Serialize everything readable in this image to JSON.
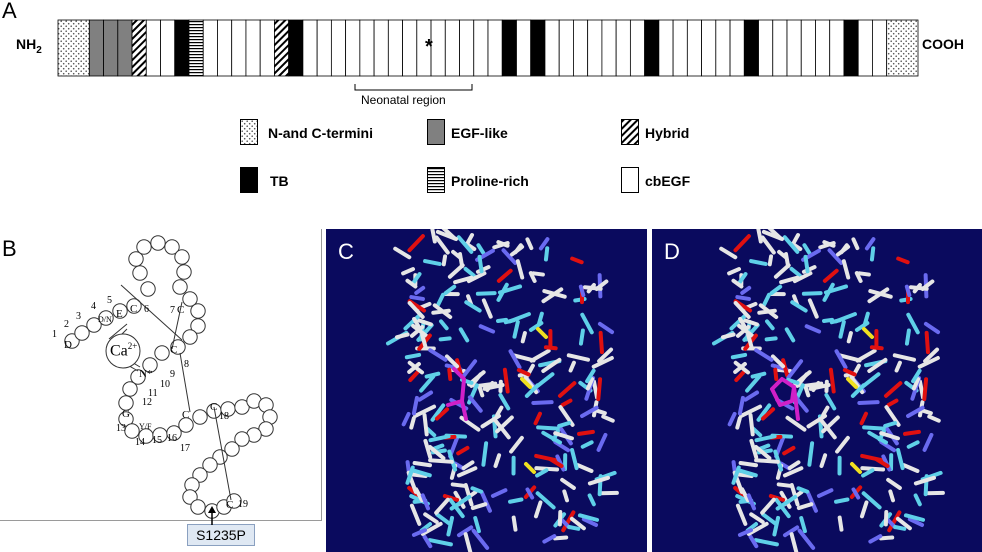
{
  "panel_a": {
    "letter": "A",
    "n_terminus": "NH",
    "n_terminus_sub": "2",
    "c_terminus": "COOH",
    "star": "*",
    "neonatal_label": "Neonatal region",
    "domain_sequence": [
      "term",
      "egf",
      "egf",
      "egf",
      "hyb",
      "cb",
      "cb",
      "tb",
      "pro",
      "cb",
      "cb",
      "cb",
      "cb",
      "cb",
      "hyb",
      "tb",
      "cb",
      "cb",
      "cb",
      "cb",
      "cb",
      "cb",
      "cb",
      "cb",
      "cb",
      "cb",
      "cb",
      "cb",
      "cb",
      "cb",
      "tb",
      "cb",
      "tb",
      "cb",
      "cb",
      "cb",
      "cb",
      "cb",
      "cb",
      "cb",
      "tb",
      "cb",
      "cb",
      "cb",
      "cb",
      "cb",
      "cb",
      "tb",
      "cb",
      "cb",
      "cb",
      "cb",
      "cb",
      "cb",
      "tb",
      "cb",
      "cb",
      "term"
    ],
    "legend": [
      {
        "key": "term",
        "label": "N-and C-termini"
      },
      {
        "key": "egf",
        "label": "EGF-like"
      },
      {
        "key": "hyb",
        "label": "Hybrid"
      },
      {
        "key": "tb",
        "label": "TB"
      },
      {
        "key": "pro",
        "label": "Proline-rich"
      },
      {
        "key": "cb",
        "label": "cbEGF"
      }
    ]
  },
  "panel_b": {
    "letter": "B",
    "ca_label": "Ca",
    "ca_charge": "2+",
    "residue_letters": {
      "D": "D",
      "DN": "D/N",
      "E": "E",
      "C": "C",
      "N": "N*",
      "G": "G",
      "YF": "Y/F"
    },
    "numbers": [
      "1",
      "2",
      "3",
      "4",
      "5",
      "6",
      "7",
      "8",
      "9",
      "10",
      "11",
      "12",
      "13",
      "14",
      "15",
      "16",
      "17",
      "18",
      "19"
    ],
    "mutation": "S1235P"
  },
  "panel_c": {
    "letter": "C"
  },
  "panel_d": {
    "letter": "D"
  },
  "colors": {
    "molecule_bg": "#0a0a5e",
    "carbon": "#e6e6e6",
    "oxygen": "#e01010",
    "nitrogen": "#6a6af0",
    "hydrogen": "#5fd0e8",
    "sulfur": "#f0e020",
    "mutant": "#d020c8"
  }
}
